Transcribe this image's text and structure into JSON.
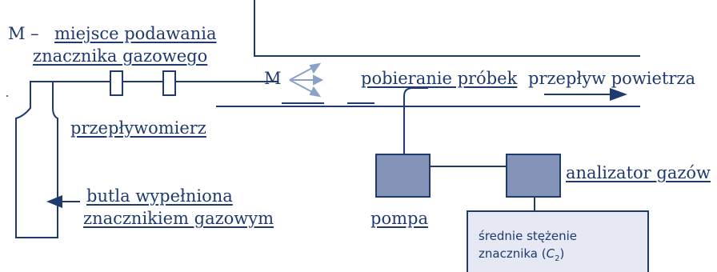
{
  "colors": {
    "line": "#1e3a6e",
    "box_fill": "#8494b8",
    "result_fill": "#e6e8f3",
    "arrow_light": "#8ba2c6"
  },
  "labels": {
    "source_prefix": "M –",
    "source_line1": "miejsce podawania",
    "source_line2": "znacznika gazowego",
    "flowmeter": "przepływomierz",
    "injection_point": "M",
    "sampling": "pobieranie próbek",
    "airflow": "przepływ powietrza",
    "bottle_line1": "butla wypełniona",
    "bottle_line2": "znacznikiem gazowym",
    "pump": "pompa",
    "analyzer": "analizator gazów",
    "result_line1": "średnie stężenie",
    "result_line2_prefix": "znacznika (",
    "result_symbol": "C",
    "result_subscript": "2",
    "result_suffix": ")"
  },
  "icons": {
    "spread_arrows": "three-way-spread-arrows-icon",
    "flow_arrow": "arrow-right-icon",
    "pointer_arrow": "arrow-left-icon"
  }
}
